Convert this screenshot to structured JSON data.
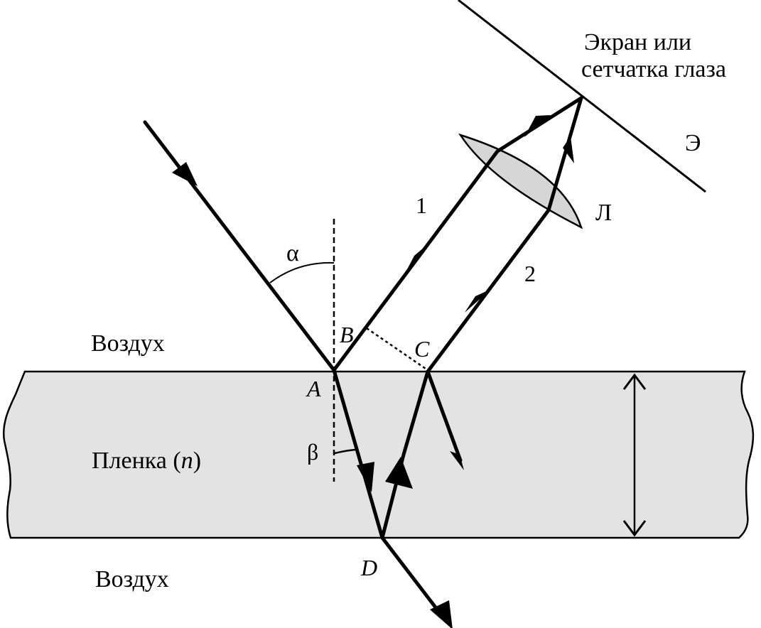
{
  "labels": {
    "screen_line1": "Экран или",
    "screen_line2": "сетчатка глаза",
    "screen_letter": "Э",
    "lens_letter": "Л",
    "ray1": "1",
    "ray2": "2",
    "alpha": "α",
    "beta": "β",
    "point_a": "A",
    "point_b": "B",
    "point_c": "C",
    "point_d": "D",
    "air_top": "Воздух",
    "air_bottom": "Воздух",
    "film_prefix": "Пленка (",
    "film_n": "n",
    "film_suffix": ")"
  },
  "colors": {
    "film_fill": "#e3e3e3",
    "lens_fill": "#d6d6d6",
    "line": "#000000"
  }
}
